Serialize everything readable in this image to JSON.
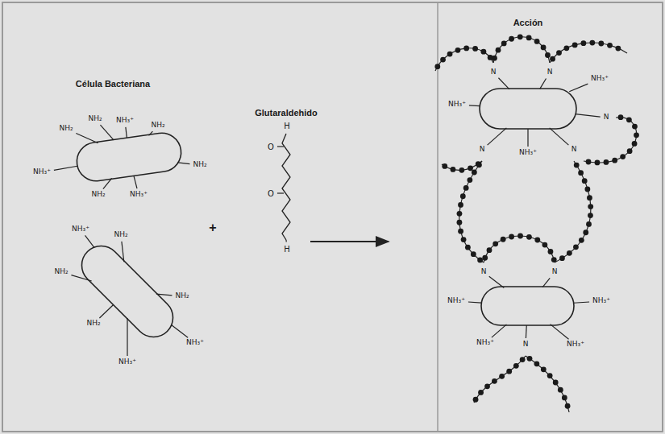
{
  "diagram": {
    "labels": [
      "Célula Bacteriana",
      "Glutaraldehido",
      "Acción",
      "+",
      "H",
      "O",
      "O",
      "H",
      "NH₂",
      "NH₂",
      "NH₃⁺",
      "NH₂",
      "NH₃⁺",
      "NH₂",
      "NH₃⁺",
      "NH₂",
      "NH₃⁺",
      "NH₂",
      "NH₂",
      "NH₂",
      "NH₂",
      "NH₃⁺",
      "NH₃⁺",
      "N",
      "N",
      "NH₃⁺",
      "NH₃⁺",
      "N",
      "NH₃⁺",
      "N",
      "N",
      "N",
      "N",
      "NH₃⁺",
      "NH₃⁺",
      "NH₃⁺",
      "N",
      "NH₃⁺"
    ]
  }
}
